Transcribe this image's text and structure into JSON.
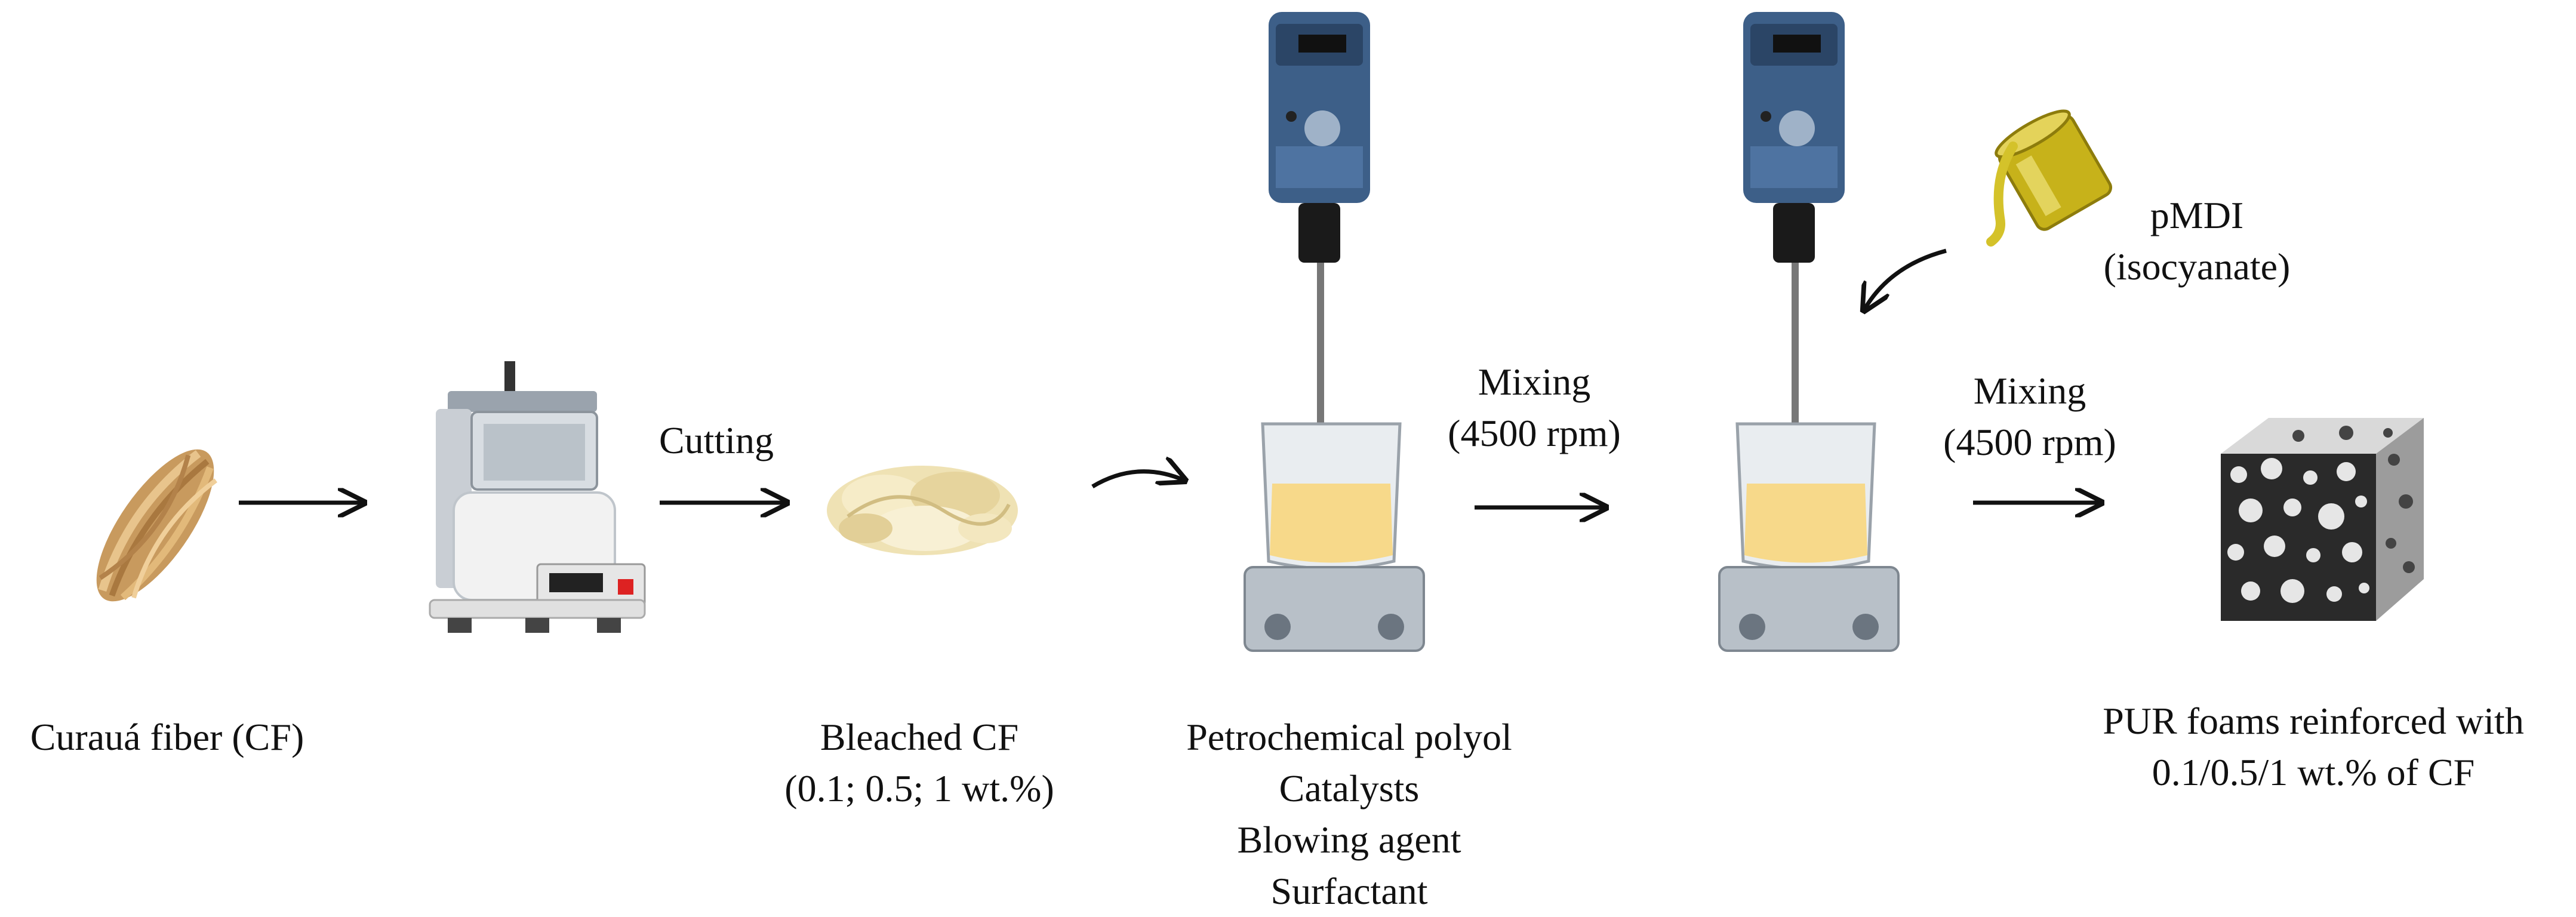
{
  "labels": {
    "curaua": "Curauá fiber (CF)",
    "cutting": "Cutting",
    "bleached": "Bleached CF",
    "bleached_amounts": "(0.1; 0.5; 1 wt.%)",
    "mixing1": "Mixing",
    "mixing1_rpm": "(4500 rpm)",
    "mixing2": "Mixing",
    "mixing2_rpm": "(4500 rpm)",
    "pmdi": "pMDI",
    "pmdi_sub": "(isocyanate)",
    "polyol": "Petrochemical polyol",
    "catalysts": "Catalysts",
    "blowing": "Blowing agent",
    "surfactant": "Surfactant",
    "foam_line1": "PUR foams reinforced with",
    "foam_line2": "0.1/0.5/1 wt.% of CF"
  },
  "icons": {
    "fiber": "curaua-fiber-bundle-icon",
    "cutter": "cutting-mill-icon",
    "bleached": "bleached-fiber-pile-icon",
    "mixer1": "overhead-stirrer-icon",
    "mixer2": "overhead-stirrer-icon",
    "pmdi": "pouring-can-icon",
    "foam": "foam-cube-icon"
  },
  "colors": {
    "stirrer_blue": "#3d5f88",
    "liquid_yellow": "#f7d98a",
    "pmdi_yellow": "#c7b21a",
    "fiber_tan": "#d7a86a",
    "bleached_cream": "#efe2b4"
  }
}
